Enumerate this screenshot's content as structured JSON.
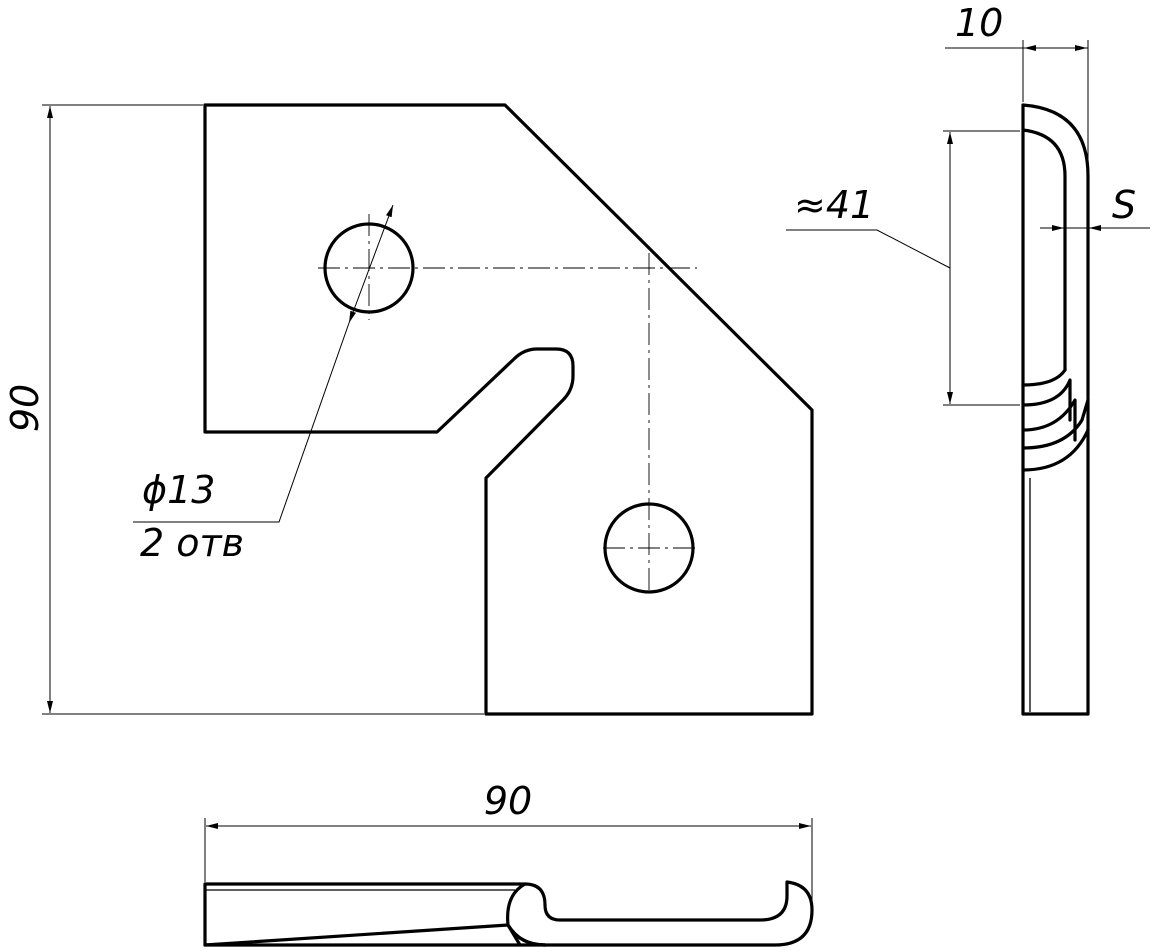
{
  "dimensions": {
    "height_front": "90",
    "width_top": "90",
    "thickness_side": "10",
    "material_thickness": "S",
    "bend_length": "≈41"
  },
  "holes": {
    "diameter": "ϕ13",
    "count": "2 отв"
  }
}
